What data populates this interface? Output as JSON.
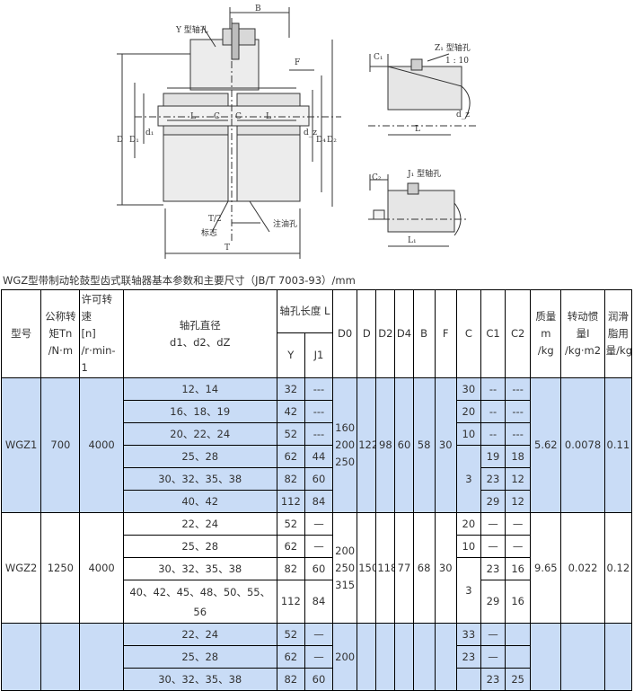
{
  "drawing": {
    "labels": {
      "y_hole": "Y 型轴孔",
      "z1_hole": "Z₁ 型轴孔",
      "j1_hole": "J₁ 型轴孔",
      "taper": "1 : 10",
      "biaozhi": "标志",
      "zhuyoukong": "注油孔",
      "B": "B",
      "F": "F",
      "L": "L",
      "C": "C",
      "D": "D",
      "D1": "D₁",
      "D2": "D₂",
      "D4": "D₄",
      "d1": "d₁",
      "d2": "d₂",
      "dz": "d_z",
      "C1": "C₁",
      "C2": "C₂",
      "T": "T",
      "T2": "T/2",
      "L1": "L₁"
    }
  },
  "caption": "WGZ型带制动轮鼓型齿式联轴器基本参数和主要尺寸（JB/T 7003-93）/mm",
  "table": {
    "headers": {
      "model": "型号",
      "torque": [
        "公称转",
        "矩Tn",
        "/N·m"
      ],
      "speed": [
        "许可转",
        "速",
        "[n]",
        "/r·min-1"
      ],
      "bore": [
        "轴孔直径",
        "d1、d2、dZ"
      ],
      "length": "轴孔长度 L",
      "Y": "Y",
      "J1": "J1",
      "D0": "D0",
      "D": "D",
      "D2": "D2",
      "D4": "D4",
      "B": "B",
      "F": "F",
      "C": "C",
      "C1": "C1",
      "C2": "C2",
      "mass": [
        "质量",
        "m",
        "/kg"
      ],
      "inertia": [
        "转动惯",
        "量I",
        "/kg·m2"
      ],
      "grease": [
        "润滑",
        "脂用",
        "量/kg"
      ]
    },
    "groups": [
      {
        "model": "WGZ1",
        "torque": "700",
        "speed": "4000",
        "D0": [
          "160",
          "200",
          "250"
        ],
        "D": "122",
        "D2": "98",
        "D4": "60",
        "B": "58",
        "F": "30",
        "mass": "5.62",
        "inertia": "0.0078",
        "grease": "0.11",
        "rows": [
          {
            "bore": "12、14",
            "Y": "32",
            "J1": "---",
            "C1": "--",
            "C2": "---"
          },
          {
            "bore": "16、18、19",
            "Y": "42",
            "J1": "---",
            "C1": "--",
            "C2": "---"
          },
          {
            "bore": "20、22、24",
            "Y": "52",
            "J1": "---",
            "C1": "--",
            "C2": "---"
          },
          {
            "bore": "25、28",
            "Y": "62",
            "J1": "44",
            "C1": "19",
            "C2": "18"
          },
          {
            "bore": "30、32、35、38",
            "Y": "82",
            "J1": "60",
            "C1": "23",
            "C2": "12"
          },
          {
            "bore": "40、42",
            "Y": "112",
            "J1": "84",
            "C1": "29",
            "C2": "12"
          }
        ],
        "C_vals": [
          "30",
          "20",
          "10",
          "3"
        ]
      },
      {
        "model": "WGZ2",
        "torque": "1250",
        "speed": "4000",
        "D0": [
          "200",
          "250",
          "315"
        ],
        "D": "150",
        "D2": "118",
        "D4": "77",
        "B": "68",
        "F": "30",
        "mass": "9.65",
        "inertia": "0.022",
        "grease": "0.12",
        "rows": [
          {
            "bore": "22、24",
            "Y": "52",
            "J1": "—",
            "C1": "—",
            "C2": "—"
          },
          {
            "bore": "25、28",
            "Y": "62",
            "J1": "—",
            "C1": "—",
            "C2": "—"
          },
          {
            "bore": "30、32、35、38",
            "Y": "82",
            "J1": "60",
            "C1": "23",
            "C2": "16"
          },
          {
            "bore": "40、42、45、48、50、55、56",
            "Y": "112",
            "J1": "84",
            "C1": "29",
            "C2": "16"
          }
        ],
        "C_vals": [
          "20",
          "10",
          "3"
        ]
      },
      {
        "D0": [
          "200"
        ],
        "rows": [
          {
            "bore": "22、24",
            "Y": "52",
            "J1": "—",
            "C": "33",
            "C1": "—",
            "C2": ""
          },
          {
            "bore": "25、28",
            "Y": "62",
            "J1": "—",
            "C": "23",
            "C1": "—",
            "C2": ""
          },
          {
            "bore": "30、32、35、38",
            "Y": "82",
            "J1": "60",
            "C": "",
            "C1": "23",
            "C2": "25"
          }
        ]
      }
    ]
  }
}
